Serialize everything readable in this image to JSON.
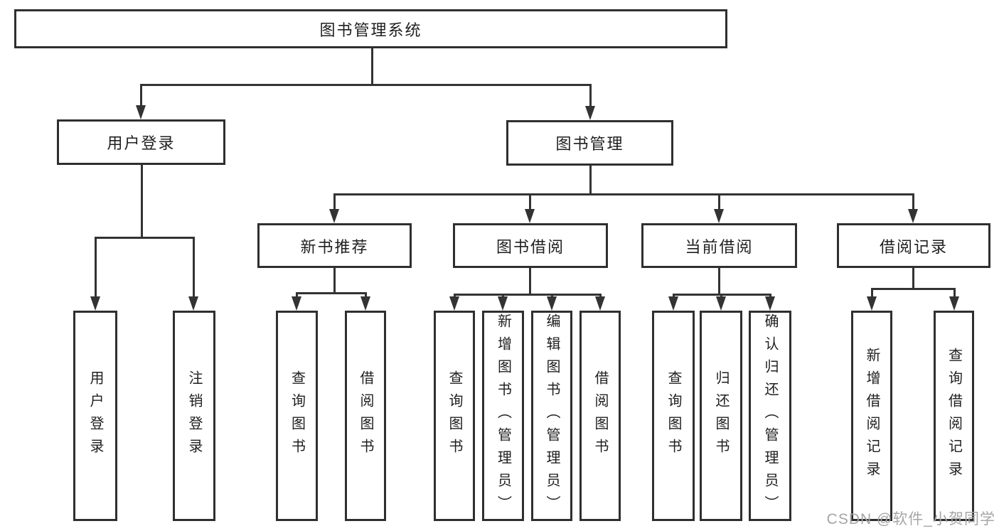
{
  "diagram_title": "图书管理系统",
  "tree": {
    "root": {
      "label": "图书管理系统"
    },
    "children": [
      {
        "label": "用户登录",
        "children": [
          {
            "label": "用户登录"
          },
          {
            "label": "注销登录"
          }
        ]
      },
      {
        "label": "图书管理",
        "children": [
          {
            "label": "新书推荐",
            "children": [
              {
                "label": "查询图书"
              },
              {
                "label": "借阅图书"
              }
            ]
          },
          {
            "label": "图书借阅",
            "children": [
              {
                "label": "查询图书"
              },
              {
                "label": "新增图书（管理员）"
              },
              {
                "label": "编辑图书（管理员）"
              },
              {
                "label": "借阅图书"
              }
            ]
          },
          {
            "label": "当前借阅",
            "children": [
              {
                "label": "查询图书"
              },
              {
                "label": "归还图书"
              },
              {
                "label": "确认归还（管理员）"
              }
            ]
          },
          {
            "label": "借阅记录",
            "children": [
              {
                "label": "新增借阅记录"
              },
              {
                "label": "查询借阅记录"
              }
            ]
          }
        ]
      }
    ]
  },
  "watermark": "CSDN @软件_小贺同学",
  "colors": {
    "line": "#333333",
    "border": "#2f2f2f",
    "text": "#1f1f1f",
    "watermark": "#a6a6a6",
    "background": "#ffffff"
  }
}
